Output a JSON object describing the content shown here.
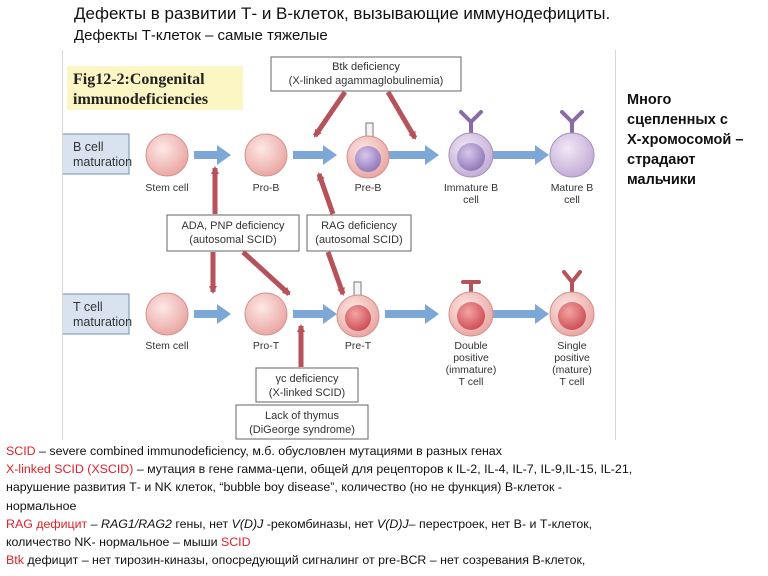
{
  "header": {
    "title": "Дефекты в развитии Т- и В-клеток, вызывающие иммунодефициты.",
    "subtitle": "Дефекты Т-клеток – самые тяжелые"
  },
  "side_note": [
    "Много",
    "сцепленных с",
    "X-хромосомой –",
    "страдают",
    "мальчики"
  ],
  "figure": {
    "fig_title_1": "Fig12-2:Congenital",
    "fig_title_2": "immunodeficiencies",
    "b_row_label": [
      "B cell",
      "maturation"
    ],
    "t_row_label": [
      "T cell",
      "maturation"
    ],
    "b_cells": [
      {
        "lines": [
          "Stem cell"
        ]
      },
      {
        "lines": [
          "Pro-B"
        ]
      },
      {
        "lines": [
          "Pre-B"
        ]
      },
      {
        "lines": [
          "Immature B",
          "cell"
        ]
      },
      {
        "lines": [
          "Mature B",
          "cell"
        ]
      }
    ],
    "t_cells": [
      {
        "lines": [
          "Stem cell"
        ]
      },
      {
        "lines": [
          "Pro-T"
        ]
      },
      {
        "lines": [
          "Pre-T"
        ]
      },
      {
        "lines": [
          "Double",
          "positive",
          "(immature)",
          "T cell"
        ]
      },
      {
        "lines": [
          "Single",
          "positive",
          "(mature)",
          "T cell"
        ]
      }
    ],
    "btk_box": [
      "Btk deficiency",
      "(X-linked agammaglobulinemia)"
    ],
    "ada_box": [
      "ADA, PNP deficiency",
      "(autosomal SCID)"
    ],
    "rag_box": [
      "RAG deficiency",
      "(autosomal SCID)"
    ],
    "gamma_box": [
      "γc deficiency",
      "(X-linked SCID)"
    ],
    "thymus_box": [
      "Lack of thymus",
      "(DiGeorge syndrome)"
    ],
    "colors": {
      "arrow_red": "#b5525a",
      "arrow_blue": "#7da7d6",
      "cell_pink": "#f3b9b6",
      "cell_lavender": "#cdb9dc",
      "label_box": "#d9e3ef"
    }
  },
  "bottom": {
    "l1_a": "SCID",
    "l1_b": " – severe combined immunodeficiency, м.б. обусловлен мутациями  в разных генах",
    "l2_a": "X-linked SCID (XSCID)",
    "l2_b": " – мутация в гене гамма-цепи, общей для рецепторов к IL-2, IL-4, IL-7, IL-9,IL-15, IL-21,",
    "l3": "нарушение развития Т- и NK клеток, “bubble boy disease”, количество (но не функция) В-клеток -",
    "l4": "нормальное",
    "l5_a": "RAG дефицит",
    "l5_b": " – ",
    "l5_c": "RAG1/RAG2",
    "l5_d": " гены, нет ",
    "l5_e": "V(D)J",
    "l5_f": " -рекомбиназы, нет ",
    "l5_g": "V(D)J",
    "l5_h": "– перестроек, нет В- и Т-клеток,",
    "l6_a": "количество NK- нормальное – мыши ",
    "l6_b": "SCID",
    "l7_a": "Btk",
    "l7_b": " дефицит – нет тирозин-киназы, опосредующий сигналинг от pre-BCR – нет созревания В-клеток,"
  }
}
